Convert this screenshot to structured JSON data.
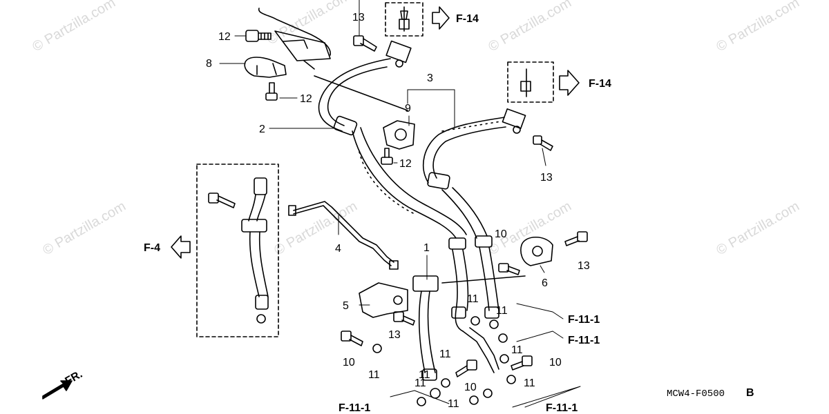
{
  "watermark": "© Partzilla.com",
  "diagram_code": "MCW4-F0500",
  "diagram_suffix": "B",
  "front_label": "FR.",
  "callouts": {
    "c1": "1",
    "c2": "2",
    "c3": "3",
    "c4": "4",
    "c5": "5",
    "c6": "6",
    "c8": "8",
    "c9": "9",
    "c10a": "10",
    "c10b": "10",
    "c10c": "10",
    "c10d": "10",
    "c11a": "11",
    "c11b": "11",
    "c11c": "11",
    "c11d": "11",
    "c11e": "11",
    "c11f": "11",
    "c11g": "11",
    "c11h": "11",
    "c11i": "11",
    "c12a": "12",
    "c12b": "12",
    "c12c": "12",
    "c13a": "13",
    "c13b": "13",
    "c13c": "13",
    "c13d": "13"
  },
  "references": {
    "f14_top": "F-14",
    "f14_right": "F-14",
    "f4": "F-4",
    "f111_a": "F-11-1",
    "f111_b": "F-11-1",
    "f111_c": "F-11-1",
    "f111_d": "F-11-1"
  }
}
